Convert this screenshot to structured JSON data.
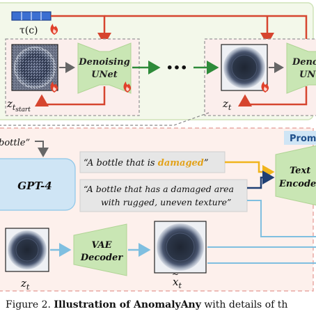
{
  "top": {
    "tau_label": "τ(c)",
    "block1_line1": "Denoising",
    "block1_line2": "UNet",
    "ellipsis": "•••",
    "block2_line1": "Deno",
    "block2_line2": "UN",
    "z_start_base": "z",
    "z_start_sub": "t",
    "z_start_subsub": "start",
    "z_t_base": "z",
    "z_t_sub": "t"
  },
  "bottom": {
    "input_fragment": "bottle”",
    "prompt_tab": "Prom",
    "gpt_label": "GPT-4",
    "prompt1_prefix": "“A bottle that is ",
    "prompt1_highlight": "damaged",
    "prompt1_suffix": "”",
    "prompt2_line1": "“A bottle that has a damaged area",
    "prompt2_line2": "with rugged, uneven texture”",
    "text_encoder_line1": "Text",
    "text_encoder_line2": "Encoder",
    "vae_line1": "VAE",
    "vae_line2": "Decoder",
    "zt_base": "z",
    "zt_sub": "t",
    "xt_base": "x",
    "xt_sub": "t"
  },
  "caption": {
    "prefix": "Figure 2. ",
    "bold": "Illustration of AnomalyAny",
    "suffix": " with details of th"
  },
  "colors": {
    "red_arrow": "#d6452f",
    "green_arrow": "#2e8b3a",
    "yellow_arrow": "#f0b41c",
    "navy_arrow": "#1f3f73",
    "blue_arrow": "#7fbfe0",
    "unet_fill": "#c9e6b4",
    "gpt_fill": "#cfe5f5",
    "top_bg": "#f3f8ea",
    "bottom_bg": "#fdf0ec",
    "highlight": "#e3a21a"
  }
}
